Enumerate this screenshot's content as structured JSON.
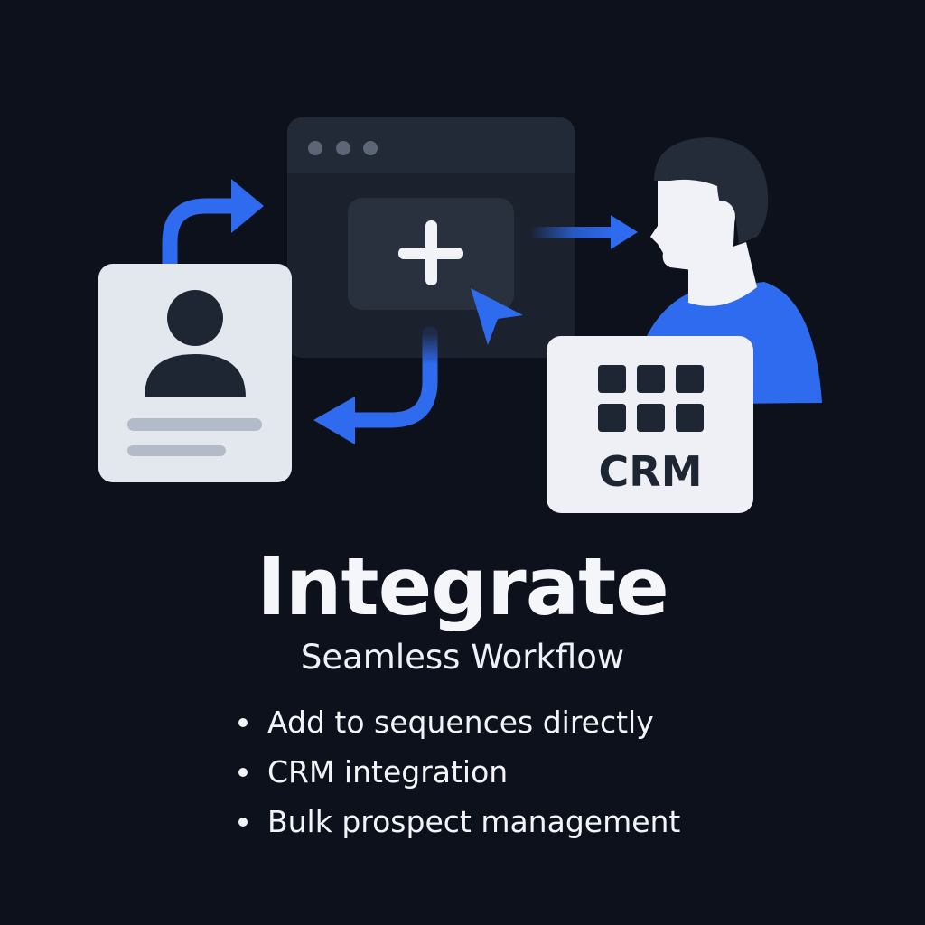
{
  "title": "Integrate",
  "subtitle": "Seamless Workflow",
  "features": [
    "Add to sequences directly",
    "CRM integration",
    "Bulk prospect management"
  ],
  "illustration": {
    "crm_label": "CRM",
    "icons": [
      "contact-card-icon",
      "browser-window-icon",
      "plus-icon",
      "cursor-icon",
      "person-icon",
      "crm-grid-icon",
      "arrow-icon"
    ]
  },
  "colors": {
    "background": "#0d111b",
    "accent": "#2f6bef",
    "card": "#e6e9f0",
    "window": "#1d2330",
    "text": "#f4f6fa"
  }
}
